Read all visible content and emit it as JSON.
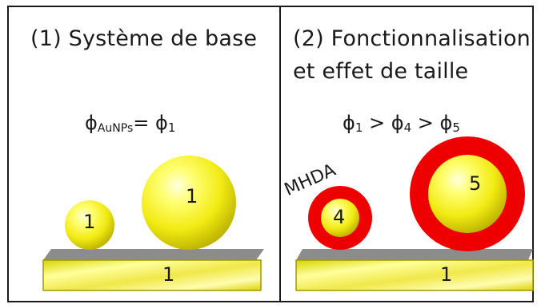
{
  "panel_left": {
    "title": "(1) Système de base",
    "formula": {
      "phi": "ϕ",
      "sub": "AuNPs",
      "equals": "= ϕ",
      "rhs_sub": "1"
    },
    "small_particle_label": "1",
    "large_particle_label": "1",
    "substrate_label": "1"
  },
  "panel_right": {
    "title_line1": "(2) Fonctionnalisation",
    "title_line2": "et effet de taille",
    "formula": {
      "phi1": "ϕ",
      "sub1": "1",
      "gt1": " > ϕ",
      "sub2": "4",
      "gt2": " > ϕ",
      "sub3": "5"
    },
    "coating_label": "MHDA",
    "small_particle_label": "4",
    "large_particle_label": "5",
    "substrate_label": "1"
  },
  "colors": {
    "gold_light": "#ffff8a",
    "gold": "#f2ea12",
    "gold_dark": "#b9b000",
    "coating_red": "#ee0000",
    "substrate_top": "#8c8c8c",
    "line": "#1a1a1a"
  }
}
